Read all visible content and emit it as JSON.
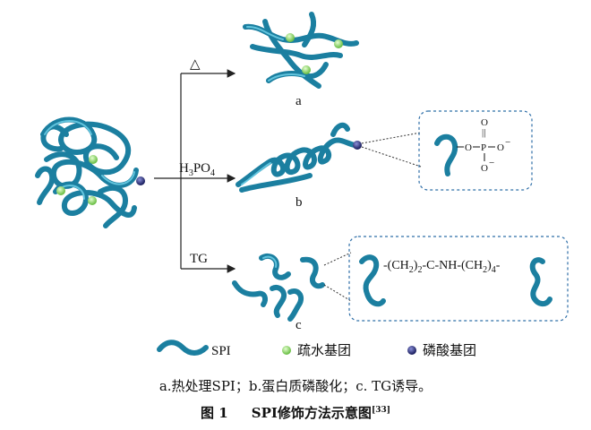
{
  "paths": {
    "heat_symbol": "△",
    "phos_reagent_main": "H",
    "phos_reagent_sub1": "3",
    "phos_reagent_mid": "PO",
    "phos_reagent_sub2": "4",
    "tg_reagent": "TG"
  },
  "panels": {
    "a_label": "a",
    "b_label": "b",
    "c_label": "c"
  },
  "phosphate_group": {
    "o_top": "O",
    "o_top_dbl": "||",
    "o_left": "O",
    "p": "P",
    "o_right": "O",
    "o_right_charge": "−",
    "o_bottom": "O",
    "o_bottom_charge": "−"
  },
  "crosslink": {
    "part1": "-(CH",
    "sub1": "2",
    "part2": ")",
    "sub2": "2",
    "part3": "-C-NH-(CH",
    "sub3": "2",
    "part4": ")",
    "sub4": "4",
    "part5": "-"
  },
  "legend": {
    "spi": "SPI",
    "hydrophobic": "疏水基团",
    "phosphate": "磷酸基团"
  },
  "colors": {
    "strand": "#1b7fa0",
    "hydrophobic_dot": "#8fd16a",
    "phosphate_dot": "#2b2f7a",
    "box": "#2f6fa8"
  },
  "caption": {
    "description": "a.热处理SPI；b.蛋白质磷酸化；c. TG诱导。",
    "figure_prefix": "图 1",
    "figure_title": "SPI修饰方法示意图",
    "ref": "[33]"
  }
}
